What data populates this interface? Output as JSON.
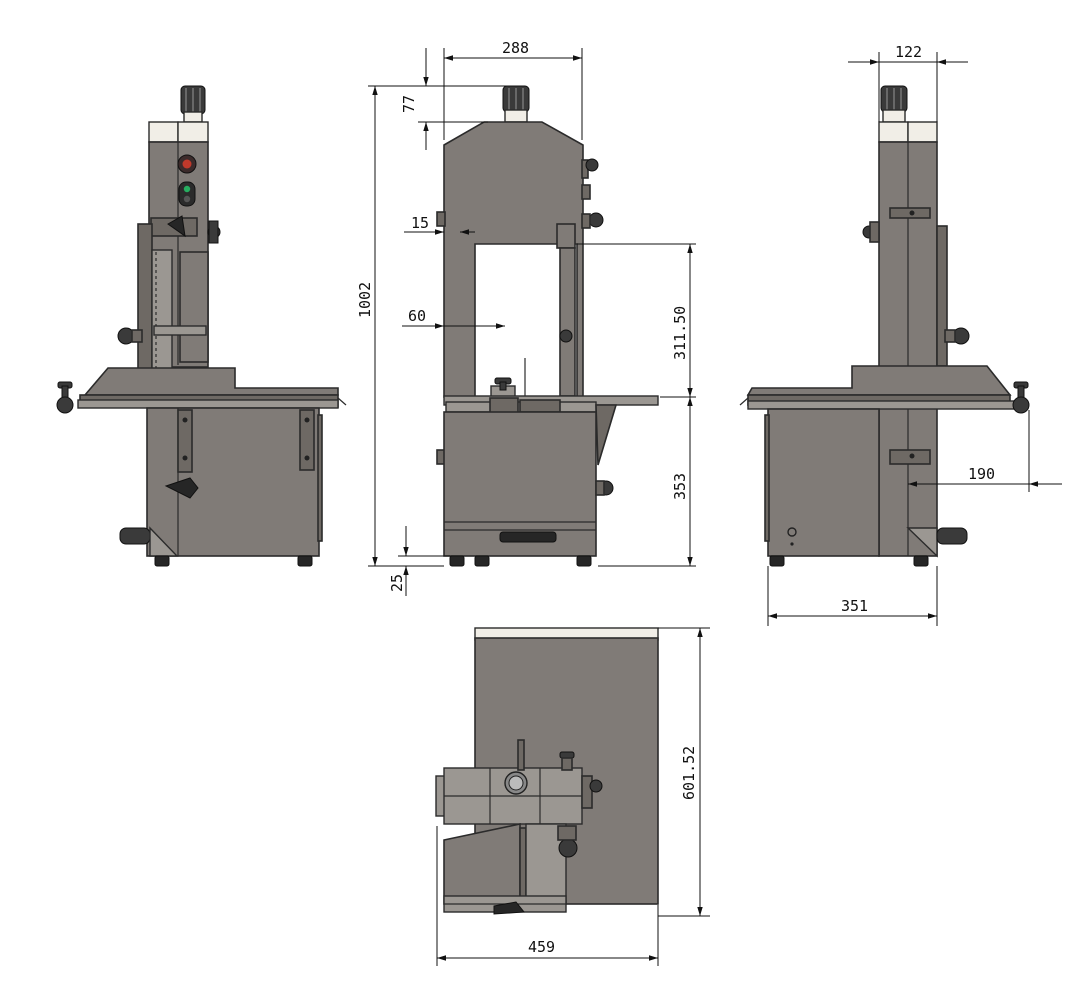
{
  "drawing": {
    "accent_colors": {
      "body": "#807b77",
      "cap": "#f1eee7",
      "stop_button": "#c0392b",
      "start_button": "#27ae60"
    },
    "dimensions": {
      "width_top": "288",
      "knob_height": "77",
      "total_height": "1002",
      "blade_offset": "15",
      "throat_depth": "60",
      "cut_height": "311.50",
      "table_height": "353",
      "foot_height": "25",
      "side_top_width": "122",
      "side_offset": "190",
      "side_depth": "351",
      "plan_depth": "601.52",
      "plan_width": "459"
    }
  }
}
